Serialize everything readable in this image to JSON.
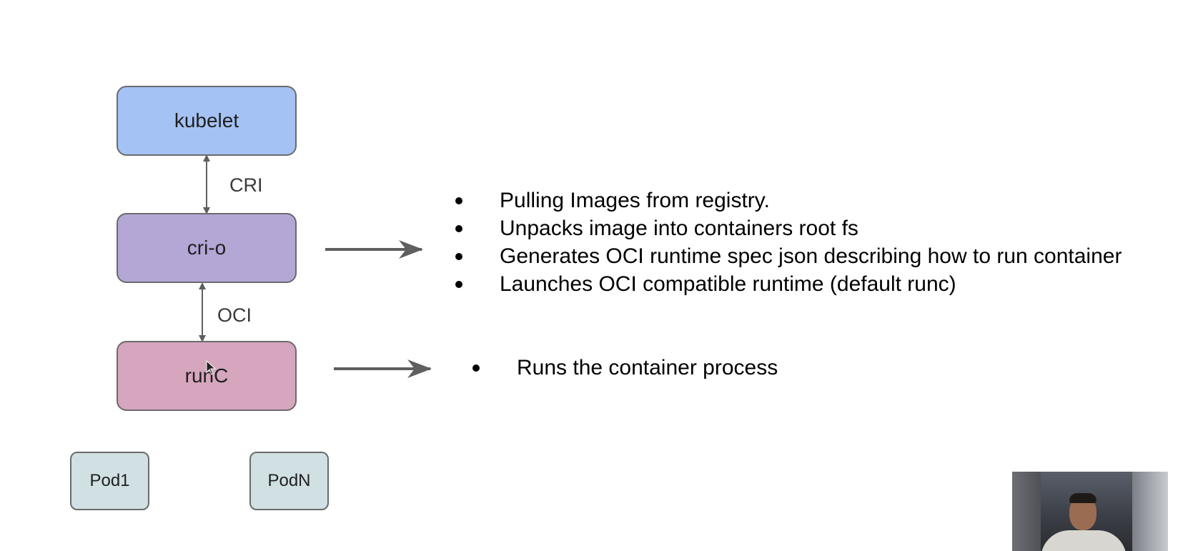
{
  "diagram": {
    "nodes": {
      "kubelet": "kubelet",
      "crio": "cri-o",
      "runc": "runC",
      "pod1": "Pod1",
      "podn": "PodN"
    },
    "connectors": {
      "kubelet_crio": "CRI",
      "crio_runc": "OCI"
    },
    "colors": {
      "kubelet": "#a4c2f4",
      "crio": "#b4a7d6",
      "runc": "#d5a6bd",
      "pod": "#d0e0e3",
      "arrow": "#5f5f5f"
    }
  },
  "crio_responsibilities": [
    "Pulling Images from registry.",
    "Unpacks image into containers root fs",
    "Generates OCI runtime spec json describing how to run container",
    "Launches OCI compatible runtime (default runc)"
  ],
  "runc_responsibilities": [
    "Runs the container process"
  ]
}
